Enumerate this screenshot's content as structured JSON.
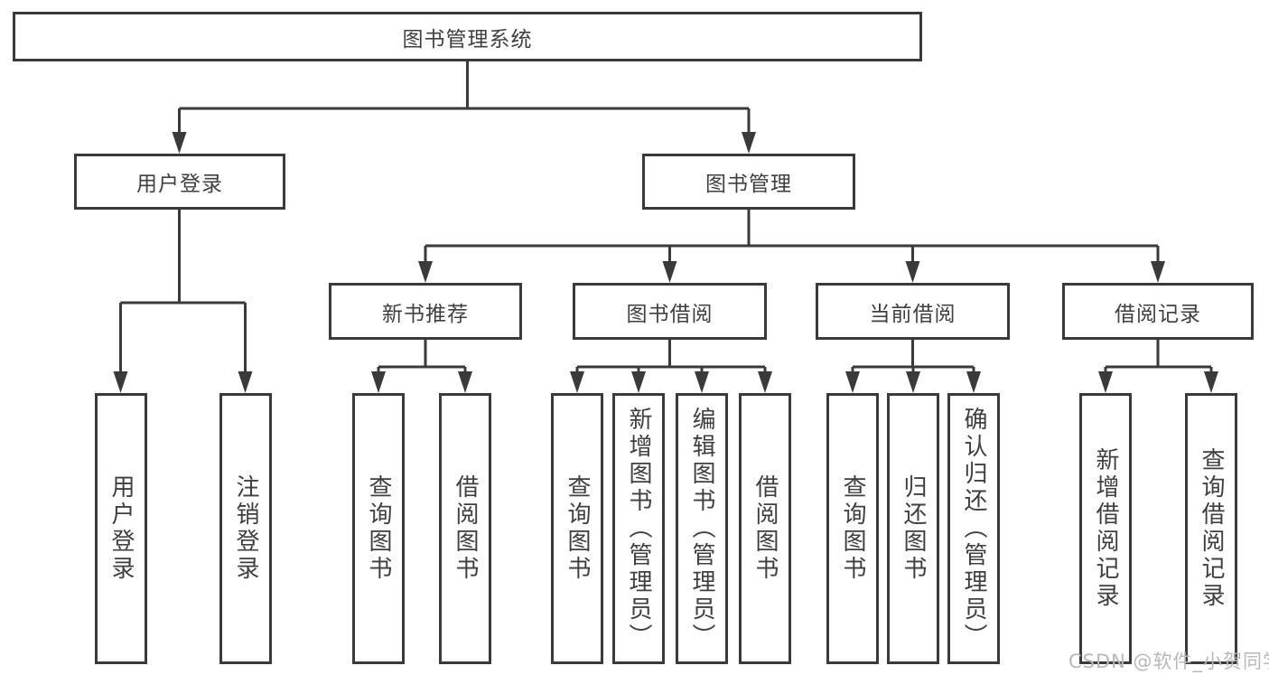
{
  "nodes": {
    "root": "图书管理系统",
    "userLogin": "用户登录",
    "bookManagement": "图书管理",
    "newBookRecommend": "新书推荐",
    "bookBorrow": "图书借阅",
    "currentBorrow": "当前借阅",
    "borrowRecord": "借阅记录",
    "leafUserLogin": "用户登录",
    "leafLogout": "注销登录",
    "leafQueryBookA": "查询图书",
    "leafBorrowBookA": "借阅图书",
    "leafQueryBookB": "查询图书",
    "leafAddBookAdmin": "新增图书（管理员）",
    "leafEditBookAdmin": "编辑图书（管理员）",
    "leafBorrowBookB": "借阅图书",
    "leafQueryBookC": "查询图书",
    "leafReturnBook": "归还图书",
    "leafConfirmReturnAdmin": "确认归还（管理员）",
    "leafAddBorrowRecord": "新增借阅记录",
    "leafQueryBorrowRecord": "查询借阅记录"
  },
  "hierarchy": {
    "图书管理系统": [
      "用户登录",
      "图书管理"
    ],
    "用户登录": [
      "用户登录",
      "注销登录"
    ],
    "图书管理": [
      "新书推荐",
      "图书借阅",
      "当前借阅",
      "借阅记录"
    ],
    "新书推荐": [
      "查询图书",
      "借阅图书"
    ],
    "图书借阅": [
      "查询图书",
      "新增图书（管理员）",
      "编辑图书（管理员）",
      "借阅图书"
    ],
    "当前借阅": [
      "查询图书",
      "归还图书",
      "确认归还（管理员）"
    ],
    "借阅记录": [
      "新增借阅记录",
      "查询借阅记录"
    ]
  },
  "watermark": {
    "text": "CSDN @软件_小贺同学"
  },
  "colors": {
    "line": "#3a3a3a",
    "text": "#3f3f3f",
    "watermark": "#b8b8b8",
    "background": "#ffffff"
  }
}
